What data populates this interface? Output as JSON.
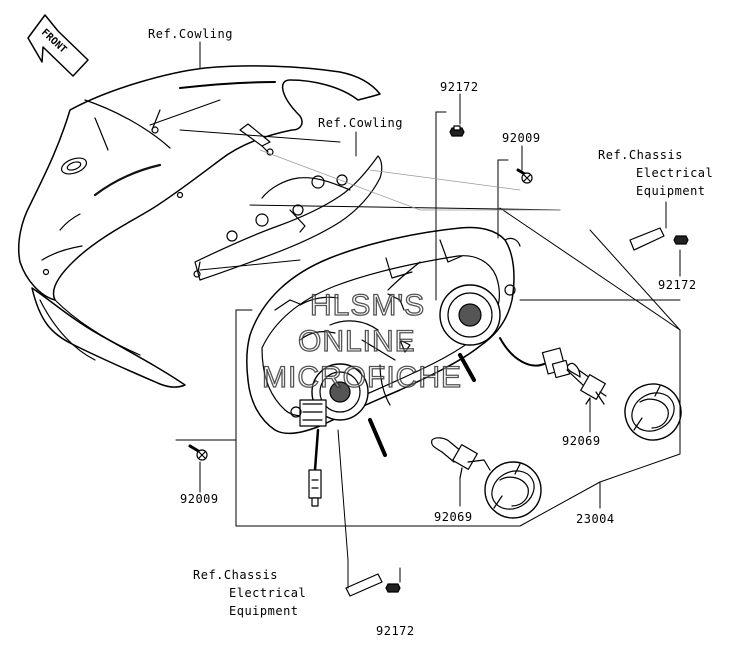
{
  "front_arrow": {
    "text": "FRONT"
  },
  "labels": {
    "ref_cowling_top": "Ref.Cowling",
    "ref_cowling_mid": "Ref.Cowling",
    "p92172_top": "92172",
    "p92009_top": "92009",
    "ref_chassis_right_1": "Ref.Chassis",
    "ref_chassis_right_2": "Electrical",
    "ref_chassis_right_3": "Equipment",
    "p92172_right": "92172",
    "p92069_right": "92069",
    "p92009_left": "92009",
    "p92069_bottom": "92069",
    "p23004": "23004",
    "ref_chassis_bottom_1": "Ref.Chassis",
    "ref_chassis_bottom_2": "Electrical",
    "ref_chassis_bottom_3": "Equipment",
    "p92172_bottom": "92172"
  },
  "watermark": {
    "line1": "HLSM'S",
    "line2": "ONLINE",
    "line3": "MICROFICHE"
  },
  "colors": {
    "line": "#000000",
    "fill": "#ffffff",
    "shade": "#1a1a1a"
  }
}
